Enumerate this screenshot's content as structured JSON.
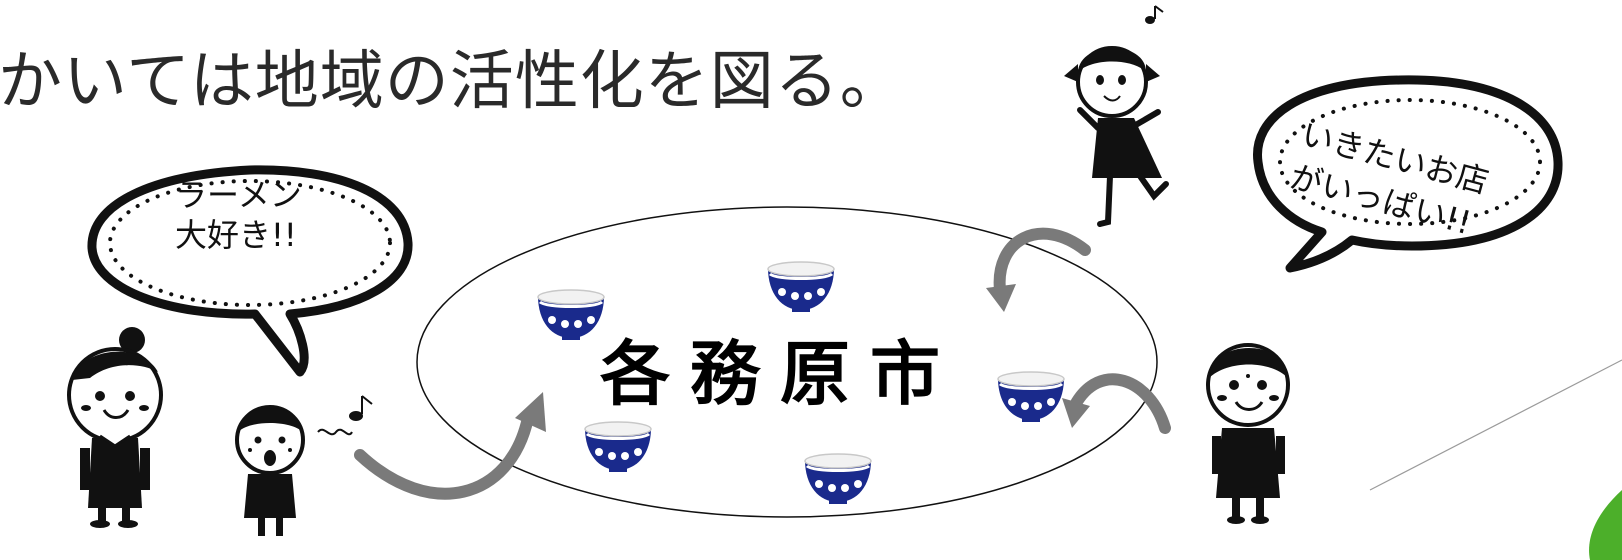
{
  "heading": "かいては地域の活性化を図る。",
  "bubble_left": {
    "line1": "ラーメン",
    "line2": "大好き!!"
  },
  "bubble_right": {
    "line1": "いきたいお店",
    "line2": "がいっぱい!!"
  },
  "center_label": "各務原市",
  "colors": {
    "bowl_blue": "#1a2a8c",
    "arrow_gray": "#7a7a7a",
    "accent_green": "#4caf2a"
  }
}
